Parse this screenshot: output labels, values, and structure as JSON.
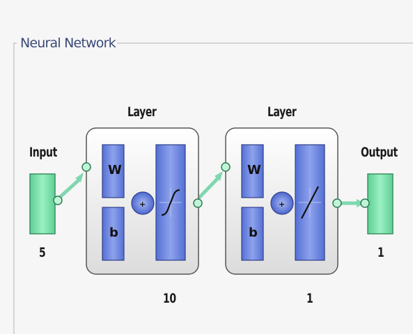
{
  "group_title": "Neural Network",
  "input": {
    "label": "Input",
    "size": "5"
  },
  "layer1": {
    "label": "Layer",
    "weight": "W",
    "bias": "b",
    "sum": "+",
    "size": "10"
  },
  "layer2": {
    "label": "Layer",
    "weight": "W",
    "bias": "b",
    "sum": "+",
    "size": "1"
  },
  "output": {
    "label": "Output",
    "size": "1"
  },
  "colors": {
    "node_green": "#7fe0ad",
    "block_blue": "#6f86e0",
    "connector": "#7fd7b0",
    "layer_frame": "#555555"
  }
}
